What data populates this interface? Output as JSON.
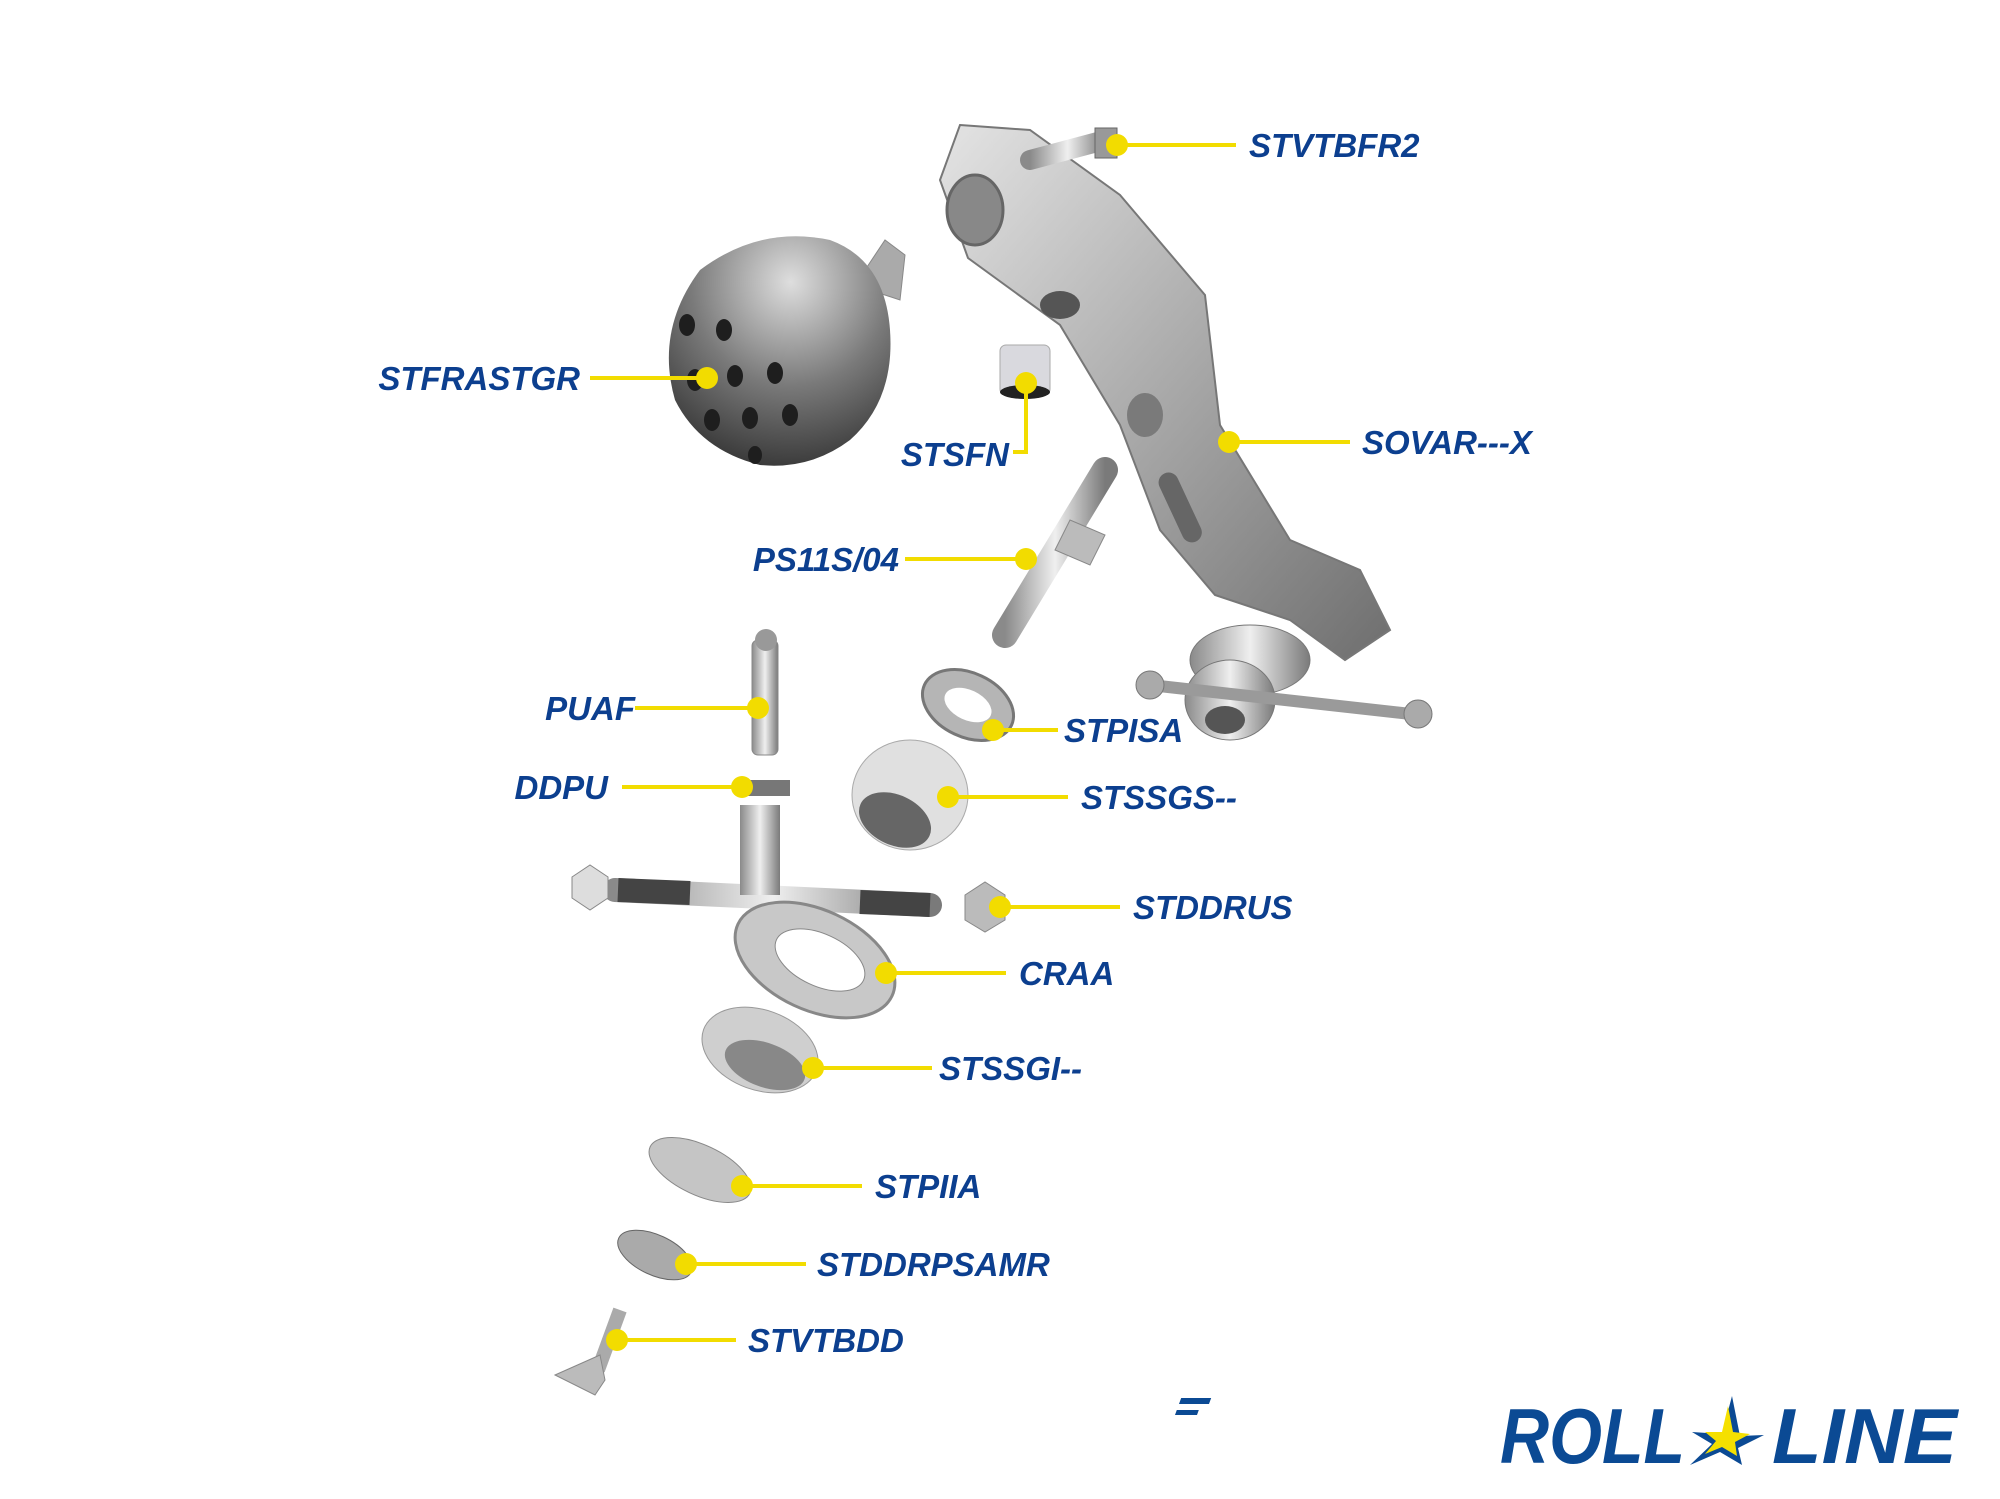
{
  "diagram": {
    "title": "Roll-Line skate frame exploded view",
    "parts": [
      {
        "code": "STVTBFR2"
      },
      {
        "code": "STFRASTGR"
      },
      {
        "code": "STSFN"
      },
      {
        "code": "SOVAR---X"
      },
      {
        "code": "PS11S/04"
      },
      {
        "code": "PUAF"
      },
      {
        "code": "DDPU"
      },
      {
        "code": "STPISA"
      },
      {
        "code": "STSSGS--"
      },
      {
        "code": "STDDRUS"
      },
      {
        "code": "CRAA"
      },
      {
        "code": "STSSGI--"
      },
      {
        "code": "STPIIA"
      },
      {
        "code": "STDDRPSAMR"
      },
      {
        "code": "STVTBDD"
      }
    ]
  },
  "logo": {
    "text": "ROLL LINE",
    "left": "ROLL",
    "right": "LINE"
  },
  "colors": {
    "label": "#0c3f8f",
    "leader": "#f2dc00",
    "logo_blue": "#0b4a94",
    "logo_star": "#f5e000"
  }
}
